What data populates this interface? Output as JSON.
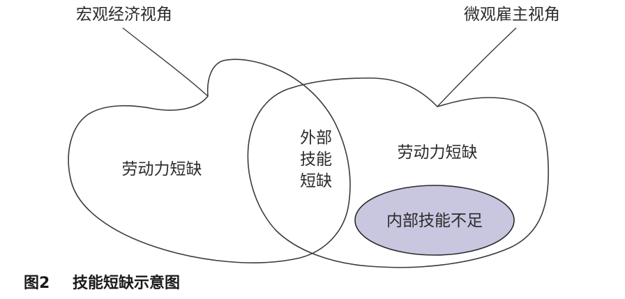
{
  "labels": {
    "macro_view": "宏观经济视角",
    "micro_view": "微观雇主视角",
    "left_region": "劳动力短缺",
    "right_region": "劳动力短缺",
    "center_line1": "外部",
    "center_line2": "技能",
    "center_line3": "短缺",
    "inner_region": "内部技能不足"
  },
  "caption": {
    "number": "图2",
    "title": "技能短缺示意图"
  },
  "colors": {
    "outline": "#3a3a3a",
    "inner_fill": "#c9c6e0",
    "text": "#2b2b2b"
  }
}
